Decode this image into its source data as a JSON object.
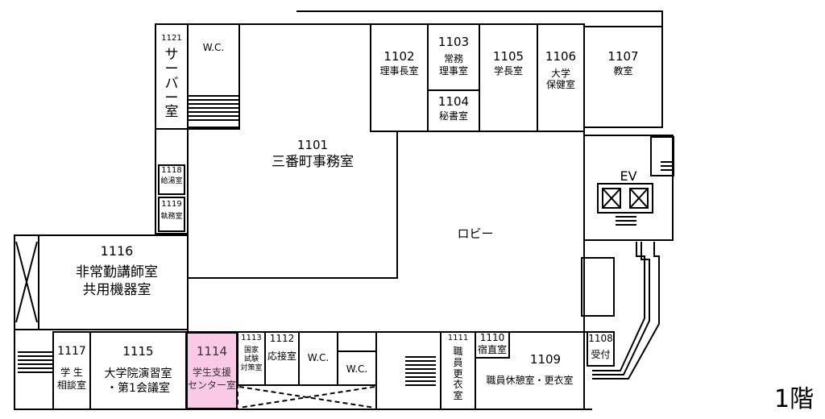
{
  "floor_label": "1階",
  "highlight_color": "#f9c9e6",
  "rooms": {
    "r1121": {
      "num": "1121",
      "name": "サ\nー\nバ\nー\n室"
    },
    "wc_top": {
      "name": "W.C."
    },
    "r1102": {
      "num": "1102",
      "name": "理事長室"
    },
    "r1103": {
      "num": "1103",
      "name": "常務\n理事室"
    },
    "r1104": {
      "num": "1104",
      "name": "秘書室"
    },
    "r1105": {
      "num": "1105",
      "name": "学長室"
    },
    "r1106": {
      "num": "1106",
      "name": "大学\n保健室"
    },
    "r1107": {
      "num": "1107",
      "name": "教室"
    },
    "r1101": {
      "num": "1101",
      "name": "三番町事務室"
    },
    "r1118": {
      "num": "1118",
      "name": "給湯室"
    },
    "r1119": {
      "num": "1119",
      "name": "執務室"
    },
    "ev": {
      "name": "EV"
    },
    "lobby": {
      "name": "ロビー"
    },
    "r1116": {
      "num": "1116",
      "name": "非常勤講師室\n共用機器室"
    },
    "r1117": {
      "num": "1117",
      "name": "学 生\n相談室"
    },
    "r1115": {
      "num": "1115",
      "name": "大学院演習室\n・第1会議室"
    },
    "r1114": {
      "num": "1114",
      "name": "学生支援\nセンター室"
    },
    "r1113": {
      "num": "1113",
      "name": "国家\n試験\n対策室"
    },
    "r1112": {
      "num": "1112",
      "name": "応接室"
    },
    "wc_b1": {
      "name": "W.C."
    },
    "wc_b2": {
      "name": "W.C."
    },
    "r1111": {
      "num": "1111",
      "name": "職\n員\n更\n衣\n室"
    },
    "r1110": {
      "num": "1110",
      "name": "宿直室"
    },
    "r1109": {
      "num": "1109",
      "name": "職員休憩室・更衣室"
    },
    "r1108": {
      "num": "1108",
      "name": "受付"
    }
  }
}
